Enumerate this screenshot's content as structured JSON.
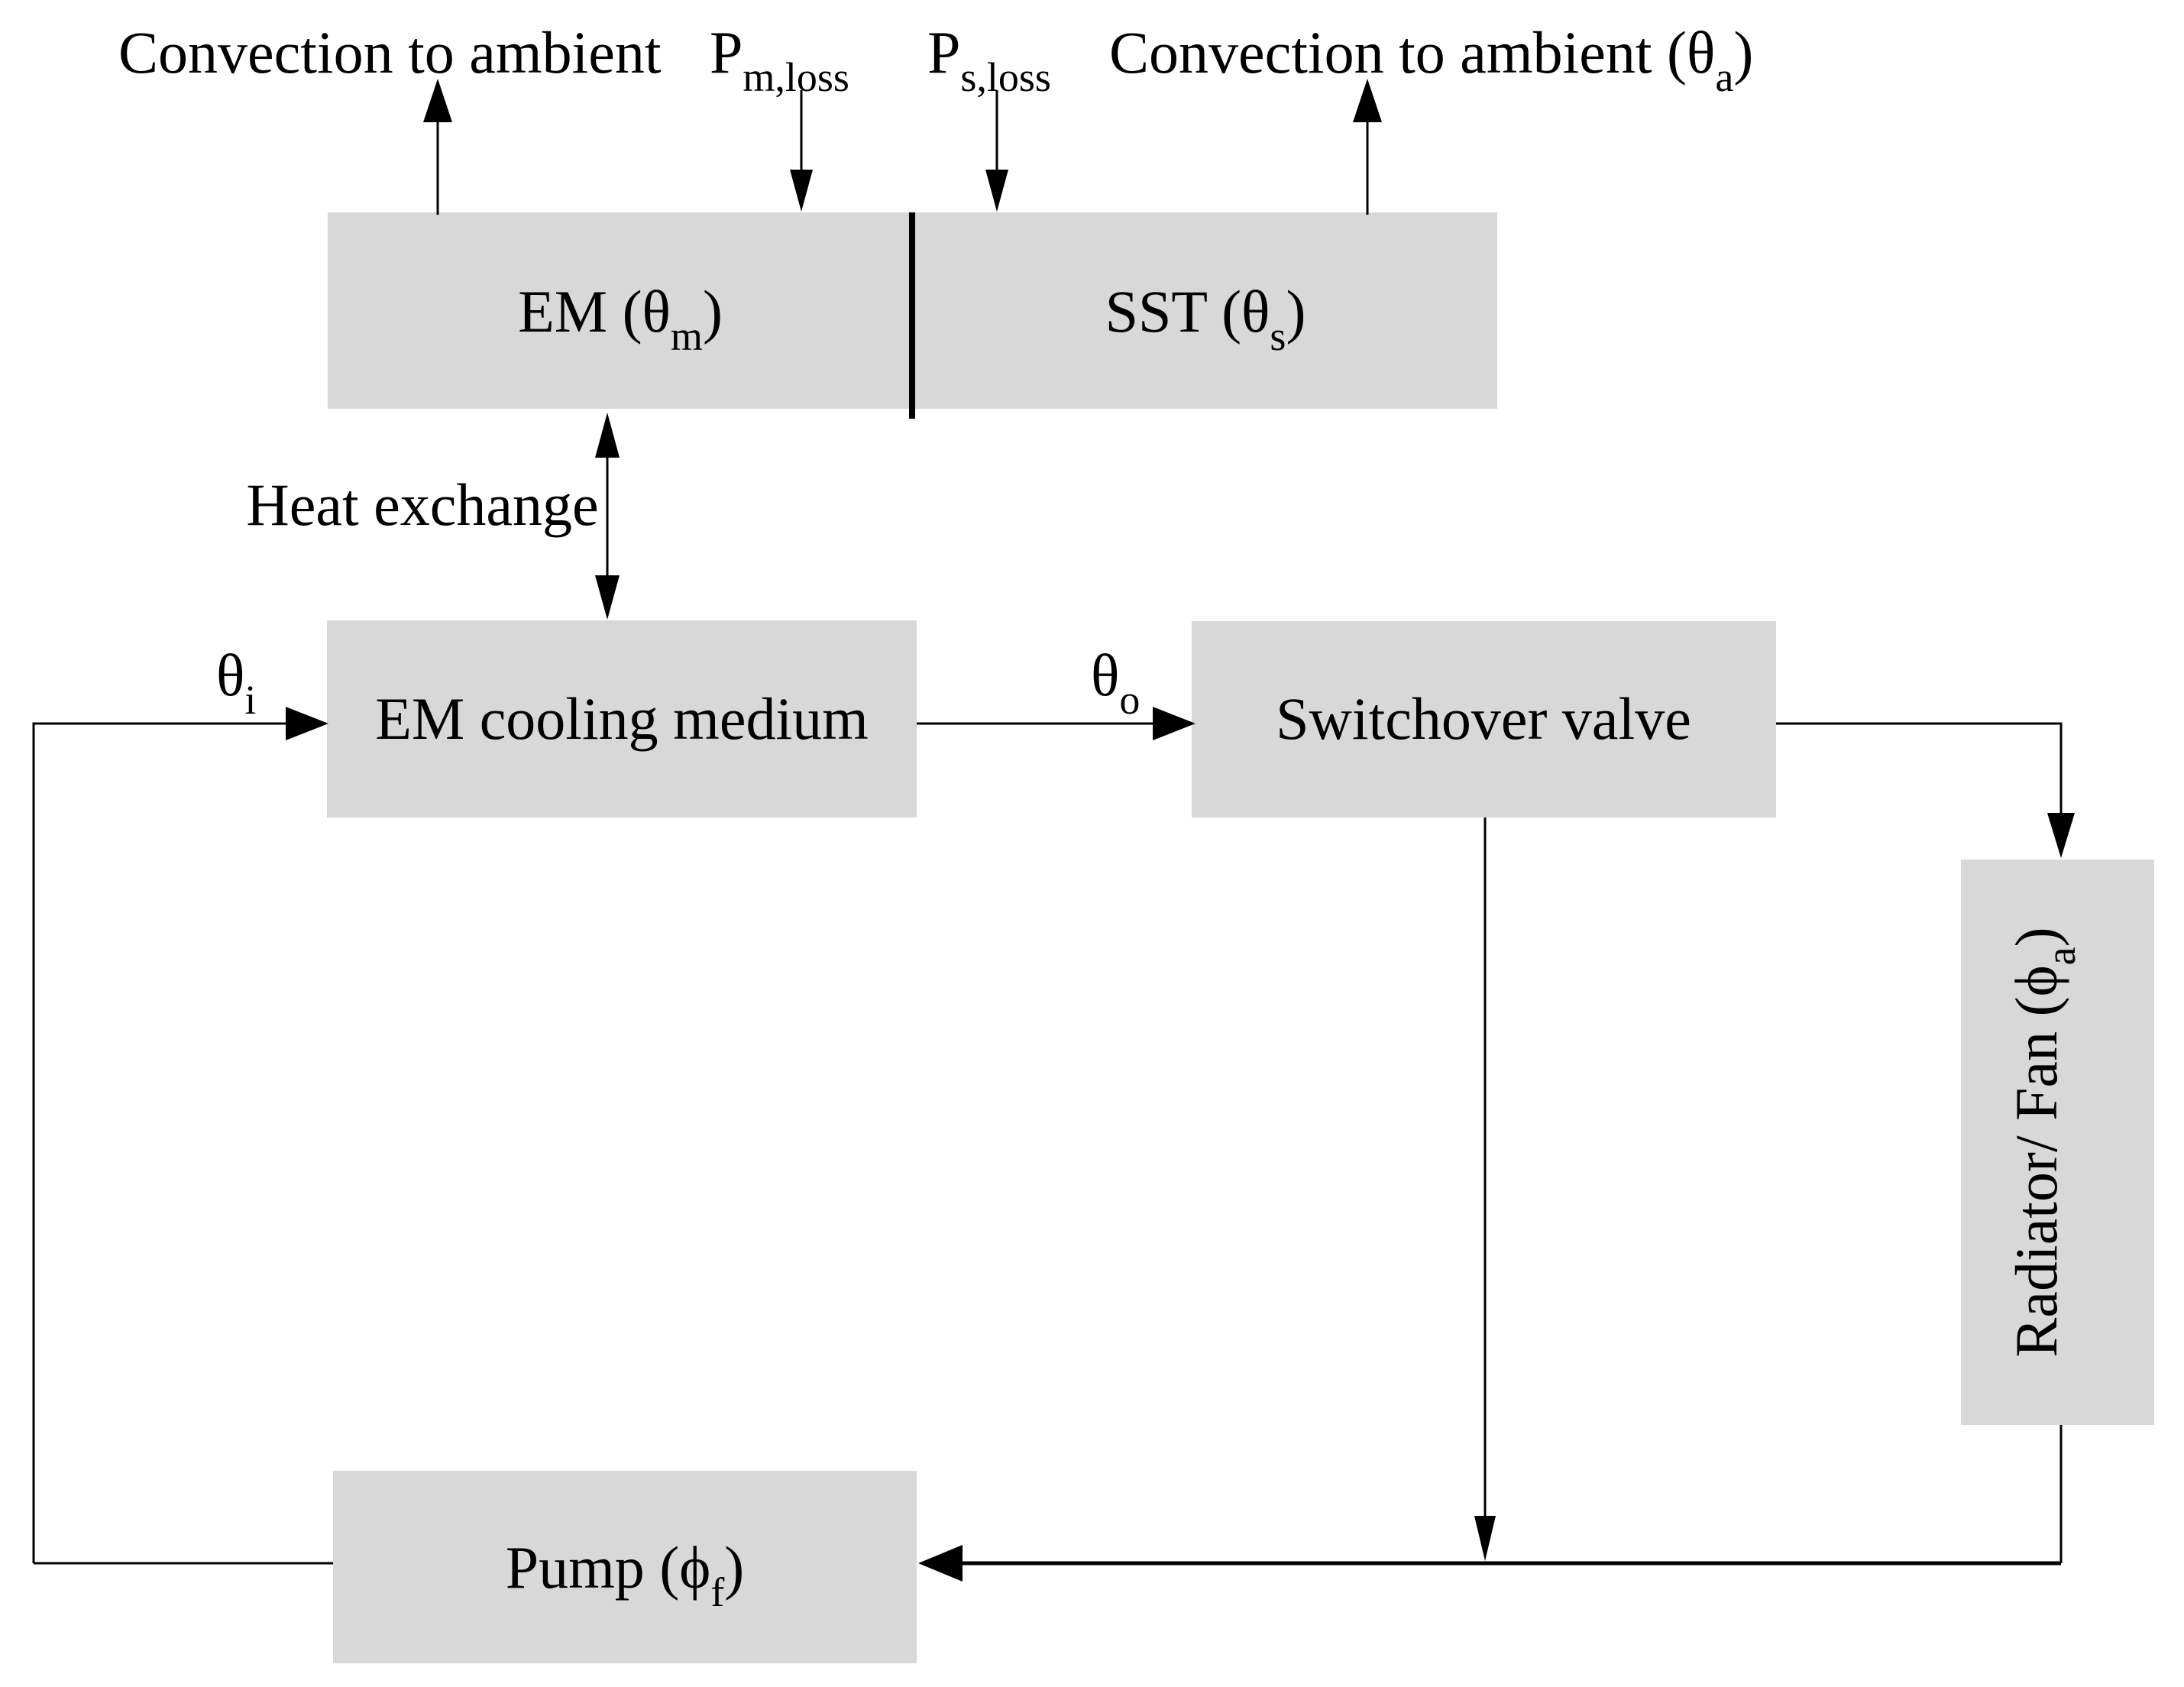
{
  "diagram_title": "EM cooling circuit block diagram",
  "colors": {
    "background": "#ffffff",
    "block_fill": "#d8d8d8",
    "line": "#000000",
    "text": "#000000"
  },
  "labels": {
    "convection_left": "Convection to ambient",
    "p_m_loss": {
      "pre": "P",
      "sub": "m,loss"
    },
    "p_s_loss": {
      "pre": "P",
      "sub": "s,loss"
    },
    "convection_right": {
      "pre": "Convection to ambient (θ",
      "sub": "a",
      "post": ")"
    },
    "em": {
      "pre": "EM (θ",
      "sub": "m",
      "post": ")"
    },
    "sst": {
      "pre": "SST (θ",
      "sub": "s",
      "post": ")"
    },
    "heat_exchange": "Heat exchange",
    "theta_in": {
      "pre": "θ",
      "sub": "i"
    },
    "cooling_medium": "EM cooling medium",
    "theta_out": {
      "pre": "θ",
      "sub": "o"
    },
    "switchover_valve": "Switchover valve",
    "radiator_fan": {
      "pre": "Radiator/ Fan (ϕ",
      "sub": "a",
      "post": ")"
    },
    "pump": {
      "pre": "Pump (ϕ",
      "sub": "f",
      "post": ")"
    }
  },
  "nodes": [
    "EM (θm) | SST (θs)",
    "EM cooling medium",
    "Switchover valve",
    "Radiator/ Fan (ϕa)",
    "Pump (ϕf)"
  ],
  "edges": [
    "EM → Convection to ambient",
    "P m,loss → EM",
    "P s,loss → SST",
    "SST → Convection to ambient (θa)",
    "EM ↔ EM cooling medium (Heat exchange)",
    "Pump → θi → EM cooling medium",
    "EM cooling medium → θo → Switchover valve",
    "Switchover valve → Radiator/ Fan",
    "Switchover valve → Pump (bypass)",
    "Radiator/ Fan → Pump"
  ]
}
